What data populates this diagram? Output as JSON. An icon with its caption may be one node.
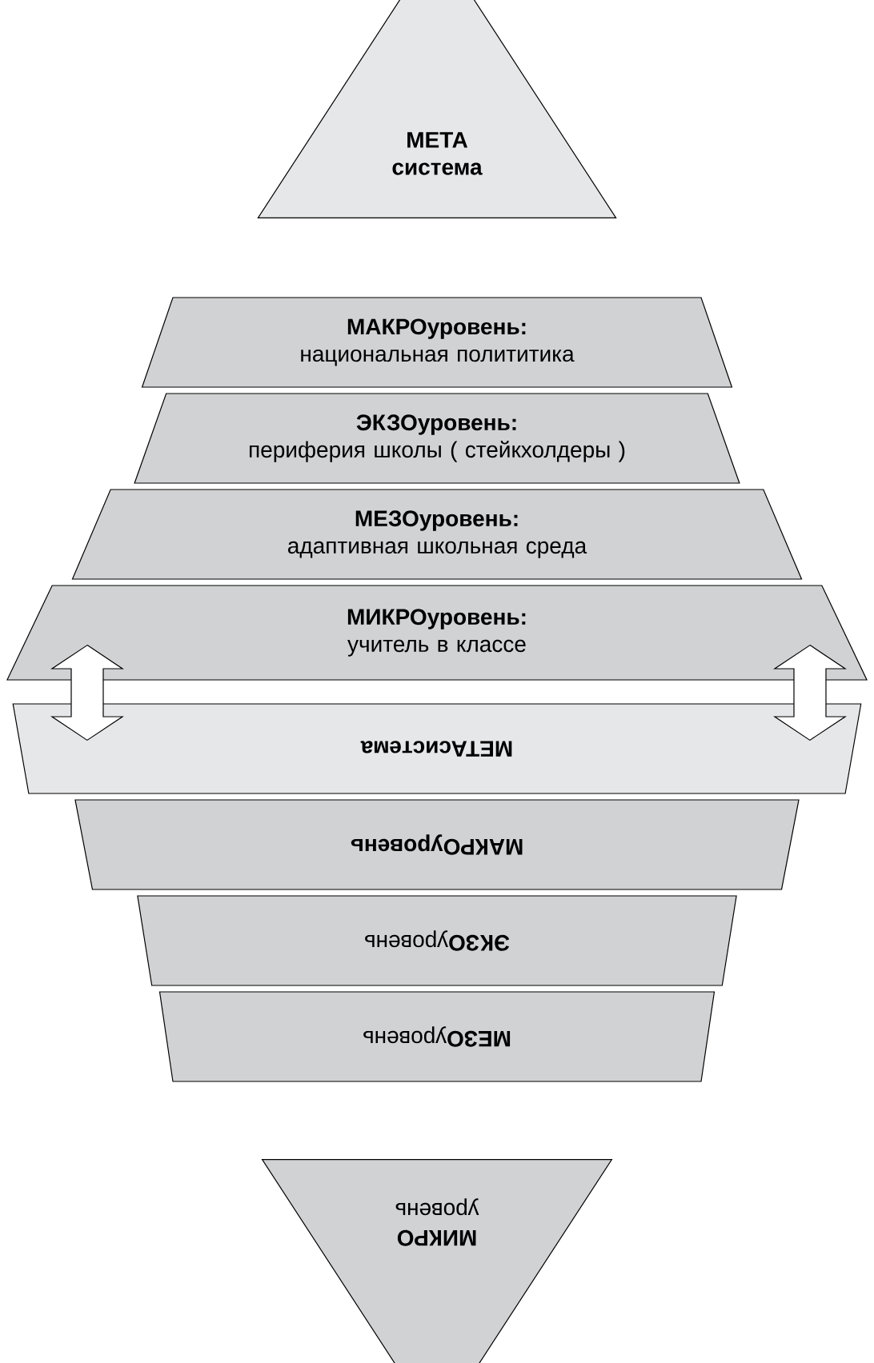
{
  "diagram": {
    "nodes": [
      {
        "text": [
          "МЕТА система"
        ]
      },
      {
        "text": [
          "МАКРОуровень:",
          "национальная полититика"
        ]
      },
      {
        "text": [
          "ЭКЗОуровень:",
          "периферия школы ( стейкхолдеры )"
        ]
      },
      {
        "text": [
          "МЕЗОуровень:",
          "адаптивная школьная среда"
        ]
      },
      {
        "text": [
          "МИКРОуровень:",
          "учитель в классе"
        ]
      },
      {
        "text": [
          "МЕТАсистема"
        ]
      },
      {
        "text": [
          "МАКРОуровень"
        ]
      },
      {
        "text": [
          "**ЭКЗО**уровень"
        ]
      },
      {
        "text": [
          "**МЕЗО**уровень"
        ]
      },
      {
        "text": [
          "МИКРО",
          "уровень"
        ]
      }
    ],
    "edges": [
      {
        "from": 4,
        "to": 5,
        "arrow": "both"
      },
      {
        "from": 4,
        "to": 5,
        "arrow": "both"
      }
    ]
  }
}
